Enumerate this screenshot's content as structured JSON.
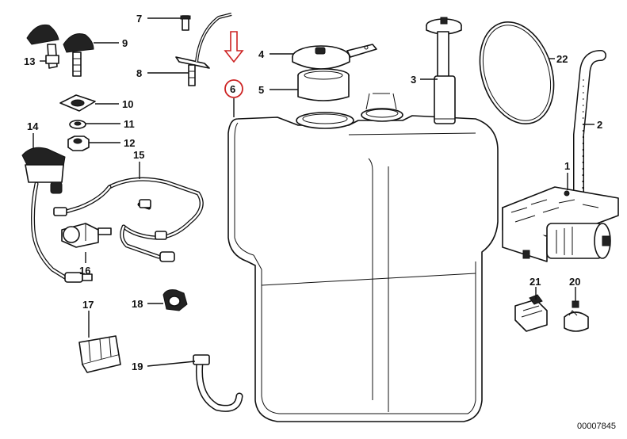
{
  "callouts": {
    "c1": "1",
    "c2": "2",
    "c3": "3",
    "c4": "4",
    "c5": "5",
    "c6": "6",
    "c7": "7",
    "c8": "8",
    "c9": "9",
    "c10": "10",
    "c11": "11",
    "c12": "12",
    "c13": "13",
    "c14": "14",
    "c15": "15",
    "c16": "16",
    "c17": "17",
    "c18": "18",
    "c19": "19",
    "c20": "20",
    "c21": "21",
    "c22": "22"
  },
  "highlight": {
    "part": "6",
    "marker_color": "#cc2222"
  },
  "diagram_code": "00007845"
}
